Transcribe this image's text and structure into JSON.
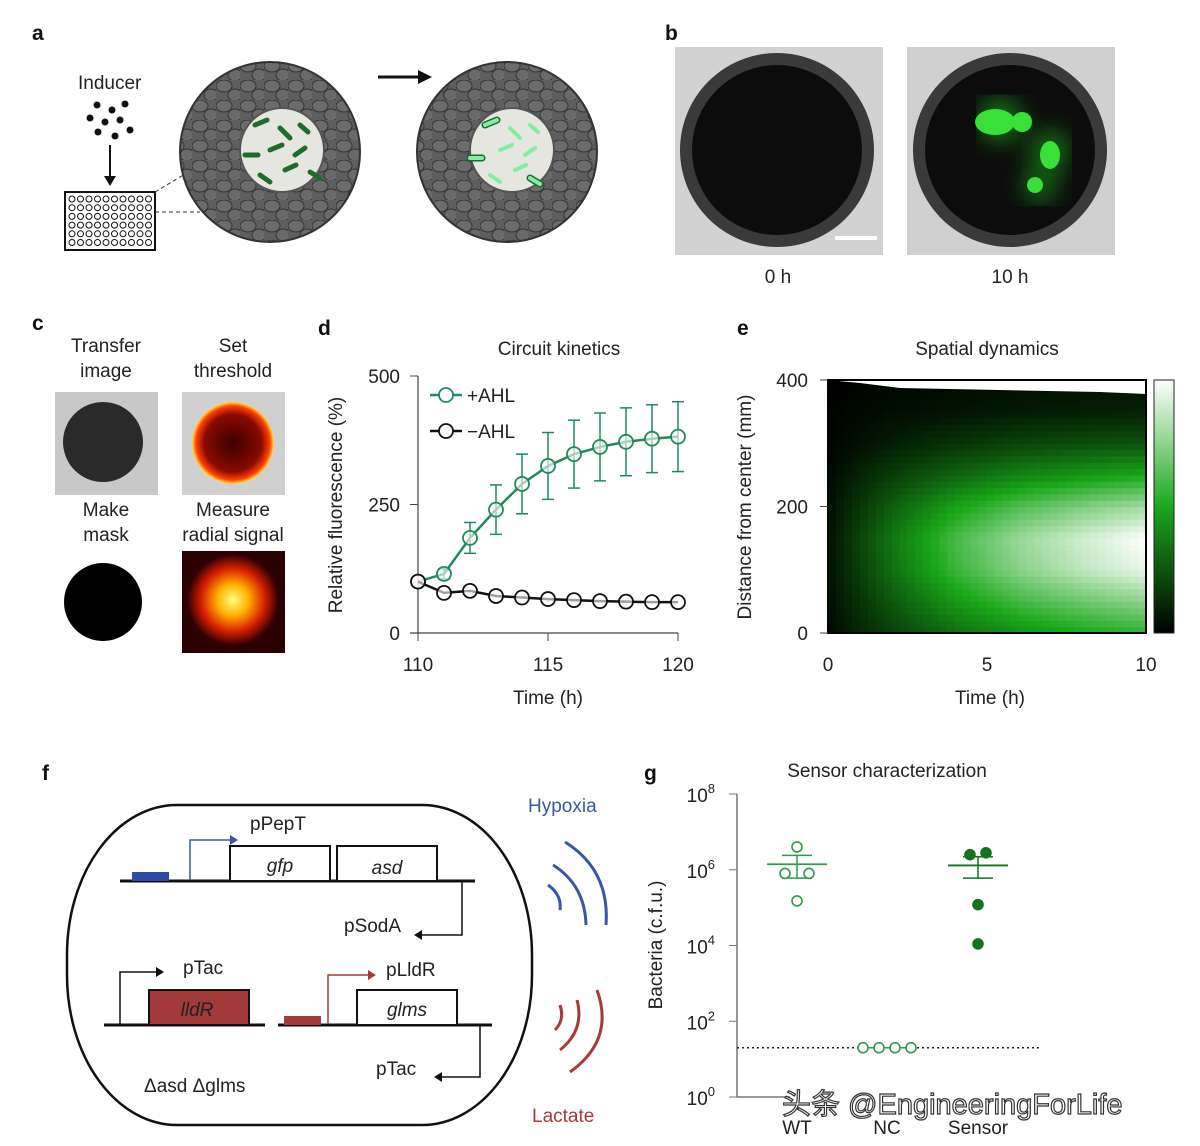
{
  "panels": {
    "a": {
      "letter": "a",
      "inducer": "Inducer"
    },
    "b": {
      "letter": "b",
      "t0": "0 h",
      "t10": "10 h"
    },
    "c": {
      "letter": "c",
      "steps": [
        "Transfer",
        "image",
        "Set",
        "threshold",
        "Make",
        "mask",
        "Measure",
        "radial signal"
      ]
    },
    "d": {
      "letter": "d"
    },
    "e": {
      "letter": "e"
    },
    "f": {
      "letter": "f",
      "promoters": {
        "ppept": "pPepT",
        "psoda": "pSodA",
        "ptac1": "pTac",
        "plldr": "pLldR",
        "ptac2": "pTac"
      },
      "genes": {
        "gfp": "gfp",
        "asd": "asd",
        "lldr": "lldR",
        "glms": "glms"
      },
      "strain": "Δasd Δglms",
      "signals": {
        "hypoxia": "Hypoxia",
        "lactate": "Lactate"
      },
      "colors": {
        "hypoxia": "#3a56a8",
        "lactate": "#a63a3a"
      }
    },
    "g": {
      "letter": "g"
    }
  },
  "watermark": "头条 @EngineeringForLife",
  "chart_data": [
    {
      "id": "d",
      "type": "line",
      "title": "Circuit kinetics",
      "xlabel": "Time (h)",
      "ylabel": "Relative fluorescence (%)",
      "xlim": [
        110,
        120
      ],
      "ylim": [
        0,
        500
      ],
      "xticks": [
        "110",
        "115",
        "120"
      ],
      "yticks": [
        "0",
        "250",
        "500"
      ],
      "legend": "top-left",
      "x": [
        110,
        111,
        112,
        113,
        114,
        115,
        116,
        117,
        118,
        119,
        120
      ],
      "series": [
        {
          "name": "+AHL",
          "color": "#1e8a5e",
          "values": [
            100,
            115,
            185,
            240,
            290,
            325,
            348,
            362,
            372,
            378,
            382
          ],
          "error": [
            0,
            10,
            30,
            48,
            58,
            65,
            66,
            66,
            66,
            66,
            68
          ]
        },
        {
          "name": "−AHL",
          "color": "#111111",
          "values": [
            100,
            78,
            82,
            72,
            69,
            66,
            64,
            62,
            61,
            60,
            60
          ]
        }
      ]
    },
    {
      "id": "e",
      "type": "heatmap",
      "title": "Spatial dynamics",
      "xlabel": "Time (h)",
      "ylabel": "Distance from center (mm)",
      "xlim": [
        0,
        10
      ],
      "ylim": [
        0,
        400
      ],
      "xticks": [
        "0",
        "5",
        "10"
      ],
      "yticks": [
        "0",
        "200",
        "400"
      ],
      "colorbar": [
        "#000000",
        "#1aa81a",
        "#ffffff"
      ],
      "x": [
        0,
        2,
        4,
        6,
        8,
        10
      ],
      "y": [
        0,
        50,
        100,
        150,
        200,
        250,
        300,
        350,
        400
      ],
      "z": [
        [
          0.03,
          0.04,
          0.05,
          0.05,
          0.04,
          0.03,
          0.01,
          0.01,
          0.0
        ],
        [
          0.19,
          0.26,
          0.33,
          0.35,
          0.28,
          0.18,
          0.09,
          0.04,
          0.02
        ],
        [
          0.33,
          0.45,
          0.57,
          0.6,
          0.48,
          0.3,
          0.15,
          0.06,
          0.03
        ],
        [
          0.43,
          0.59,
          0.74,
          0.78,
          0.62,
          0.39,
          0.2,
          0.08,
          0.04
        ],
        [
          0.5,
          0.68,
          0.86,
          0.9,
          0.72,
          0.45,
          0.23,
          0.09,
          0.05
        ],
        [
          0.55,
          0.75,
          0.95,
          1.0,
          0.8,
          0.5,
          0.25,
          0.1,
          0.05
        ]
      ]
    },
    {
      "id": "g",
      "type": "scatter",
      "title": "Sensor characterization",
      "ylabel": "Bacteria  (c.f.u.)",
      "yscale": "log",
      "ylim": [
        1,
        100000000
      ],
      "yticks": [
        "10^0",
        "10^2",
        "10^4",
        "10^6",
        "10^8"
      ],
      "categories": [
        "WT",
        "NC",
        "Sensor"
      ],
      "detection_limit": 20,
      "groups": [
        {
          "category": "WT",
          "color": "#2f9a45",
          "filled": false,
          "values": [
            4000000,
            800000,
            800000,
            150000
          ],
          "mean": 1400000,
          "sem": [
            600000,
            2400000
          ]
        },
        {
          "category": "NC",
          "color": "#2f9a45",
          "filled": false,
          "values": [
            20,
            20,
            20,
            20
          ]
        },
        {
          "category": "Sensor",
          "color": "#11741f",
          "filled": true,
          "values": [
            2500000,
            2800000,
            120000,
            11000
          ],
          "mean": 1300000,
          "sem": [
            600000,
            2200000
          ]
        }
      ]
    }
  ]
}
